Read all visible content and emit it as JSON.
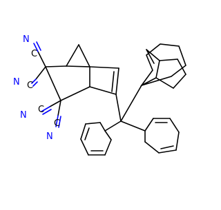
{
  "molecule": {
    "atom_labels": {
      "n1": "N",
      "n2": "N",
      "n3": "N",
      "n4": "N",
      "c1": "C",
      "c2": "C",
      "c3": "C",
      "c4": "C"
    }
  },
  "colors": {
    "bond": "#000000",
    "nitrogen": "#0000ff",
    "background": "#ffffff"
  }
}
